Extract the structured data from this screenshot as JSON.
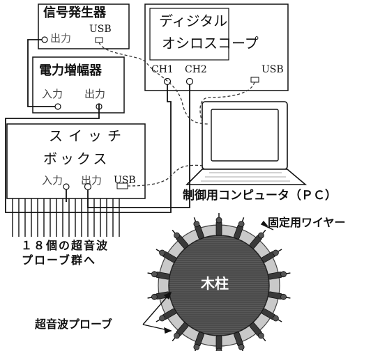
{
  "signal_generator": {
    "title": "信号発生器",
    "output_label": "出力",
    "usb_label": "USB"
  },
  "oscilloscope": {
    "title_line1": "ディジタル",
    "title_line2": "オシロスコープ",
    "ch1_label": "CH1",
    "ch2_label": "CH2",
    "usb_label": "USB"
  },
  "power_amplifier": {
    "title": "電力増幅器",
    "input_label": "入力",
    "output_label": "出力"
  },
  "switch_box": {
    "title_line1": "スイッチ",
    "title_line2": "ボックス",
    "input_label": "入力",
    "output_label": "出力",
    "usb_label": "USB"
  },
  "computer": {
    "label": "制御用コンピュータ（ＰＣ）"
  },
  "probes_note": {
    "line1": "１８個の超音波",
    "line2": "プローブ群へ"
  },
  "column": {
    "label": "木柱"
  },
  "wire_label": "固定用ワイヤー",
  "probe_label": "超音波プローブ"
}
